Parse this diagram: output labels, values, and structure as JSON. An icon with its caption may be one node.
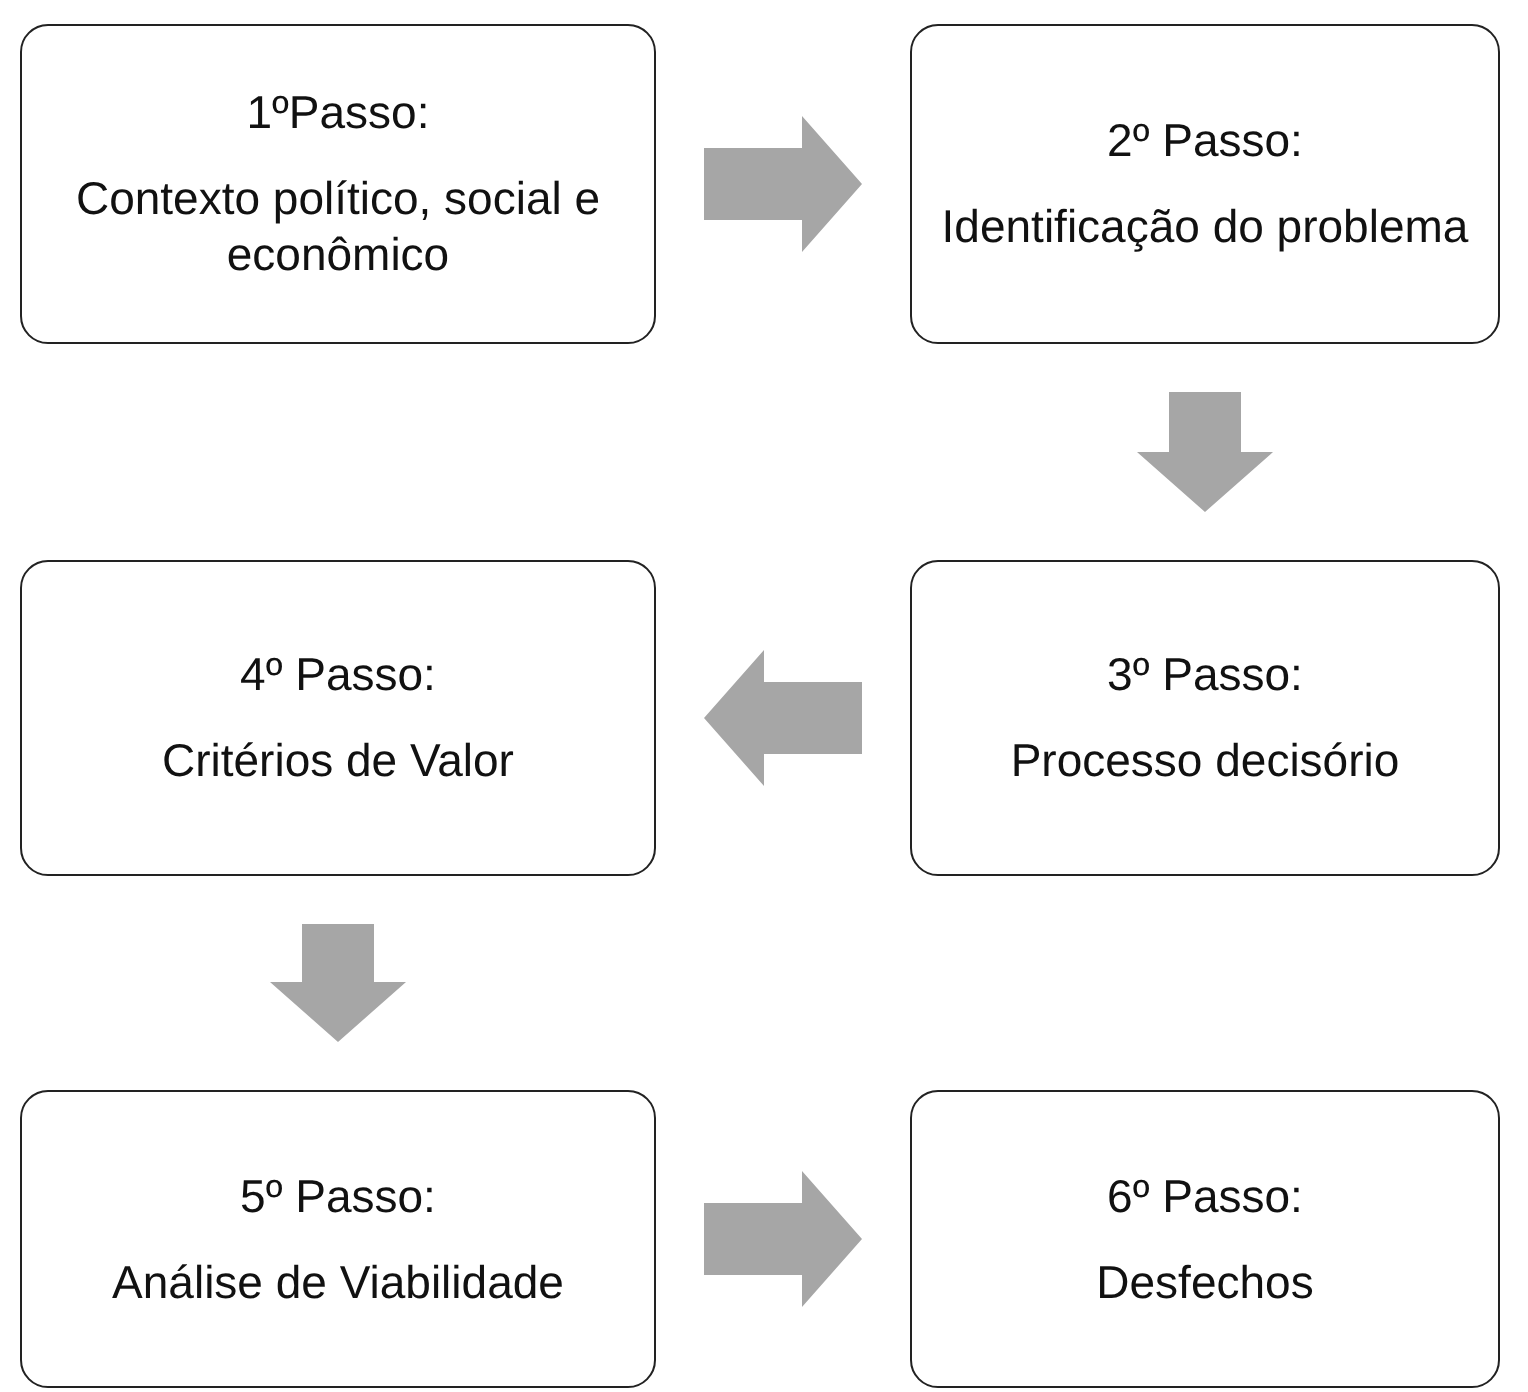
{
  "diagram": {
    "nodes": [
      {
        "text": [
          "1ºPasso:",
          "Contexto político, social e econômico"
        ]
      },
      {
        "text": [
          "2º Passo:",
          "Identificação do problema"
        ]
      },
      {
        "text": [
          "4º Passo:",
          "Critérios de Valor"
        ]
      },
      {
        "text": [
          "3º Passo:",
          "Processo decisório"
        ]
      },
      {
        "text": [
          "5º Passo:",
          "Análise de Viabilidade"
        ]
      },
      {
        "text": [
          "6º Passo:",
          "Desfechos"
        ]
      }
    ],
    "edges": [
      {
        "from": 0,
        "to": 1,
        "arrow": "to",
        "style": "thick",
        "color": "#a6a6a6"
      },
      {
        "from": 1,
        "to": 3,
        "arrow": "to",
        "style": "thick",
        "color": "#a6a6a6"
      },
      {
        "from": 3,
        "to": 2,
        "arrow": "to",
        "style": "thick",
        "color": "#a6a6a6"
      },
      {
        "from": 2,
        "to": 4,
        "arrow": "to",
        "style": "thick",
        "color": "#a6a6a6"
      },
      {
        "from": 4,
        "to": 5,
        "arrow": "to",
        "style": "thick",
        "color": "#a6a6a6"
      }
    ]
  }
}
